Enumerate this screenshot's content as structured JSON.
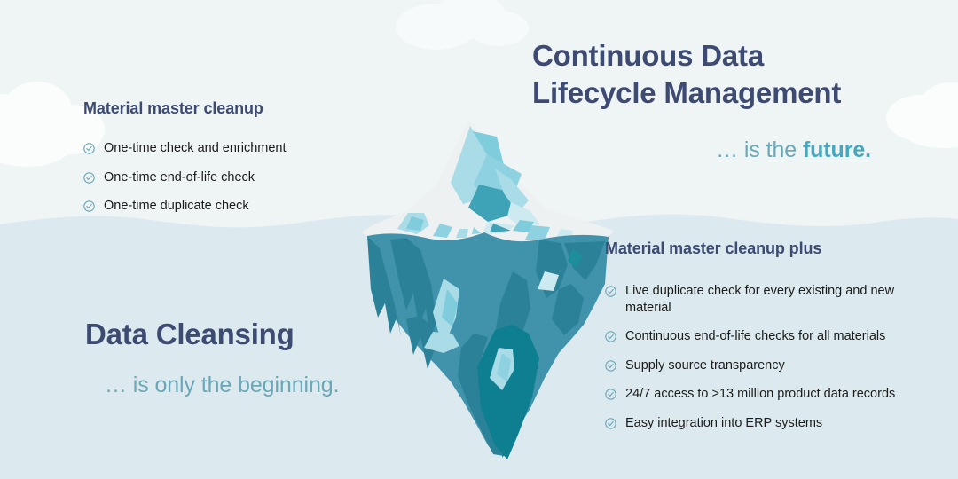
{
  "colors": {
    "sky": "#eff4f5",
    "sea": "#dceaf0",
    "cloud": "#fbfdfd",
    "navy": "#3d4a72",
    "teal_accent": "#45a8c0",
    "teal_muted": "#6aa8b8",
    "body_text": "#1b1b1b",
    "berg_snow": "#eef1f2",
    "berg_mid": "#4193ac",
    "berg_dark": "#0e7f90",
    "berg_light": "#a9dce6",
    "berg_pale": "#cdeaf0"
  },
  "hero": {
    "title_line1": "Continuous Data",
    "title_line2": "Lifecycle Management",
    "subtitle_prefix": "… is the ",
    "subtitle_accent": "future."
  },
  "lower_hero": {
    "title": "Data Cleansing",
    "subtitle": "… is only the beginning."
  },
  "left_panel": {
    "heading": "Material master cleanup",
    "bullet_icon": "check-circle-icon",
    "items": [
      "One-time check and enrichment",
      "One-time end-of-life check",
      "One-time duplicate check"
    ]
  },
  "right_panel": {
    "heading": "Material master cleanup plus",
    "bullet_icon": "check-circle-icon",
    "items": [
      "Live duplicate check for every existing and new material",
      "Continuous end-of-life checks for all materials",
      "Supply source transparency",
      "24/7 access to >13 million product data records",
      "Easy integration into ERP systems"
    ]
  },
  "illustration": {
    "name": "iceberg-illustration",
    "waterline_label": "sea-surface-wave",
    "clouds": [
      "cloud-left",
      "cloud-top-center",
      "cloud-right"
    ]
  }
}
